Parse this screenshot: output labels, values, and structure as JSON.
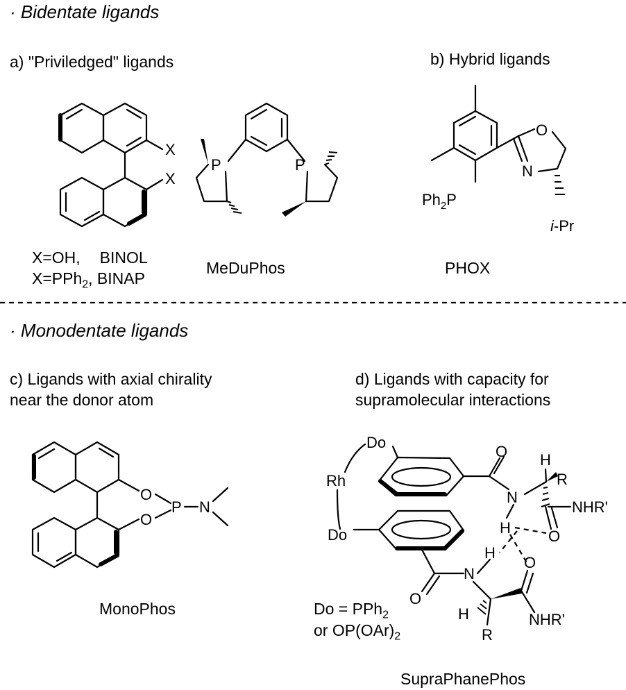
{
  "sections": {
    "bidentate": {
      "bullet": "·",
      "title": "Bidentate ligands"
    },
    "monodentate": {
      "bullet": "·",
      "title": "Monodentate ligands"
    }
  },
  "panels": {
    "a": {
      "label": "a) \"Priviledged\" ligands"
    },
    "b": {
      "label": "b) Hybrid ligands"
    },
    "c": {
      "label1": "c) Ligands with axial chirality",
      "label2": "near the donor atom"
    },
    "d": {
      "label1": "d) Ligands with capacity for",
      "label2": "supramolecular interactions"
    }
  },
  "binol": {
    "x_label": "X",
    "caption1_a": "X=OH,",
    "caption1_b": "BINOL",
    "caption2_a": "X=PPh",
    "caption2_sub": "2",
    "caption2_b": ", BINAP"
  },
  "meduphos": {
    "p": "P",
    "name": "MeDuPhos"
  },
  "phox": {
    "ph2p_a": "Ph",
    "ph2p_sub": "2",
    "ph2p_b": "P",
    "n": "N",
    "o": "O",
    "ipr_i": "i",
    "ipr_rest": "-Pr",
    "name": "PHOX"
  },
  "monophos": {
    "o": "O",
    "p": "P",
    "n": "N",
    "name": "MonoPhos"
  },
  "supra": {
    "rh": "Rh",
    "do": "Do",
    "o": "O",
    "n": "N",
    "h": "H",
    "r": "R",
    "nhr": "NHR'",
    "legend1_a": "Do = PPh",
    "legend1_sub": "2",
    "legend2_a": "or OP(OAr)",
    "legend2_sub": "2",
    "name": "SupraPhanePhos"
  }
}
